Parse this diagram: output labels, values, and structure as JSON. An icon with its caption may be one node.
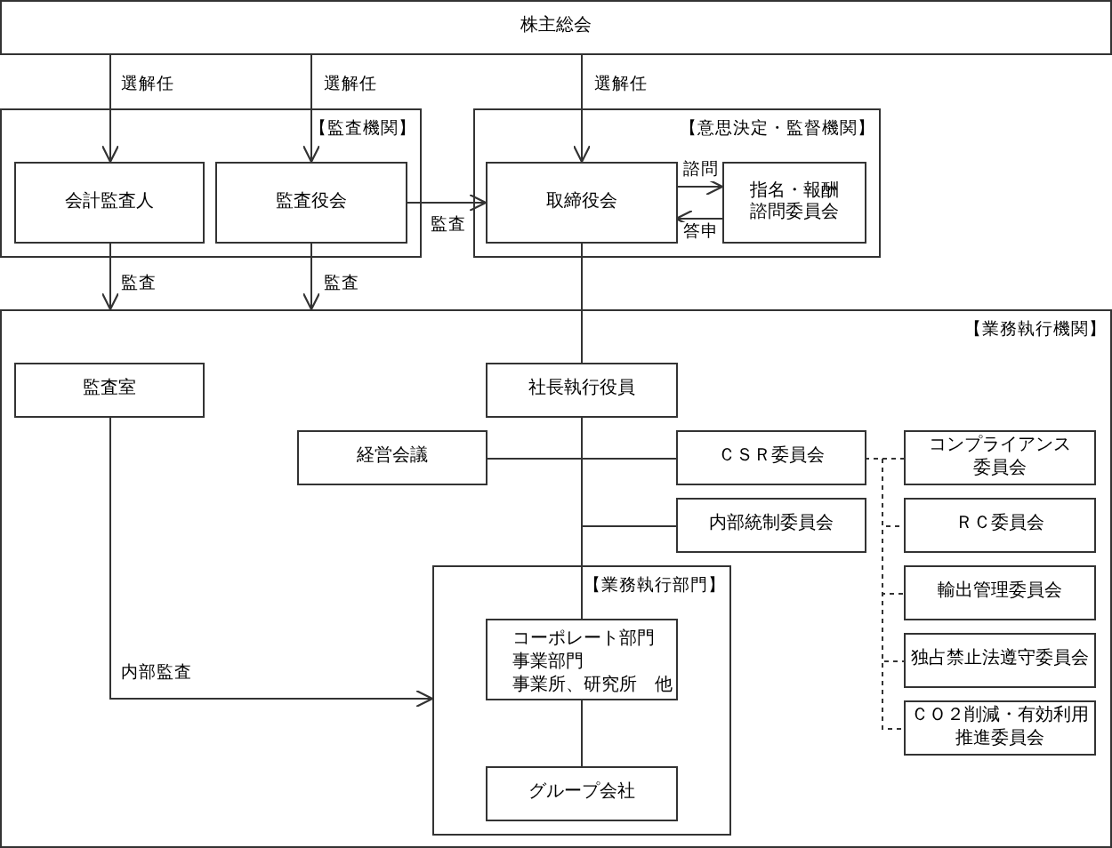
{
  "diagram": {
    "nodes": [
      {
        "text": [
          "株主総会"
        ]
      },
      {
        "text": [
          "【監査機関】"
        ]
      },
      {
        "text": [
          "会計監査人"
        ],
        "in": 1
      },
      {
        "text": [
          "監査役会"
        ],
        "in": 1
      },
      {
        "text": [
          "【意思決定・監督機関】"
        ]
      },
      {
        "text": [
          "取締役会"
        ],
        "in": 4
      },
      {
        "text": [
          "指名・報酬諮問委員会"
        ],
        "in": 4
      },
      {
        "text": [
          "【業務執行機関】"
        ]
      },
      {
        "text": [
          "監査室"
        ],
        "in": 7
      },
      {
        "text": [
          "社長執行役員"
        ],
        "in": 7
      },
      {
        "text": [
          "経営会議"
        ],
        "in": 7
      },
      {
        "text": [
          "ＣＳＲ委員会"
        ],
        "in": 7
      },
      {
        "text": [
          "内部統制委員会"
        ],
        "in": 7
      },
      {
        "text": [
          "【業務執行部門】"
        ],
        "in": 7
      },
      {
        "text": [
          "コーポレート部門",
          "事業部門",
          "事業所、研究所　他"
        ],
        "in": 13
      },
      {
        "text": [
          "グループ会社"
        ],
        "in": 13
      },
      {
        "text": [
          "コンプライアンス委員会"
        ],
        "in": 7
      },
      {
        "text": [
          "ＲＣ委員会"
        ],
        "in": 7
      },
      {
        "text": [
          "輸出管理委員会"
        ],
        "in": 7
      },
      {
        "text": [
          "独占禁止法遵守委員会"
        ],
        "in": 7
      },
      {
        "text": [
          "ＣＯ２削減・有効利用推進委員会"
        ],
        "in": 7
      }
    ],
    "edges": [
      {
        "from": 0,
        "to": 2,
        "arrow": "to",
        "label": "選解任"
      },
      {
        "from": 0,
        "to": 3,
        "arrow": "to",
        "label": "選解任"
      },
      {
        "from": 0,
        "to": 5,
        "arrow": "to",
        "label": "選解任"
      },
      {
        "from": 3,
        "to": 5,
        "arrow": "to",
        "label": "監査"
      },
      {
        "from": 5,
        "to": 6,
        "arrow": "to",
        "label": "諮問"
      },
      {
        "from": 6,
        "to": 5,
        "arrow": "to",
        "label": "答申"
      },
      {
        "from": 2,
        "to": 7,
        "arrow": "to",
        "label": "監査"
      },
      {
        "from": 3,
        "to": 7,
        "arrow": "to",
        "label": "監査"
      },
      {
        "from": 5,
        "to": 9,
        "arrow": "none"
      },
      {
        "from": 9,
        "to": 10,
        "arrow": "none"
      },
      {
        "from": 9,
        "to": 11,
        "arrow": "none"
      },
      {
        "from": 9,
        "to": 12,
        "arrow": "none"
      },
      {
        "from": 9,
        "to": 14,
        "arrow": "none"
      },
      {
        "from": 14,
        "to": 15,
        "arrow": "none"
      },
      {
        "from": 8,
        "to": 13,
        "arrow": "to",
        "label": "内部監査"
      },
      {
        "from": 11,
        "to": 16,
        "arrow": "none",
        "style": "dashed"
      },
      {
        "from": 11,
        "to": 17,
        "arrow": "none",
        "style": "dashed"
      },
      {
        "from": 11,
        "to": 18,
        "arrow": "none",
        "style": "dashed"
      },
      {
        "from": 11,
        "to": 19,
        "arrow": "none",
        "style": "dashed"
      },
      {
        "from": 11,
        "to": 20,
        "arrow": "none",
        "style": "dashed"
      }
    ]
  }
}
